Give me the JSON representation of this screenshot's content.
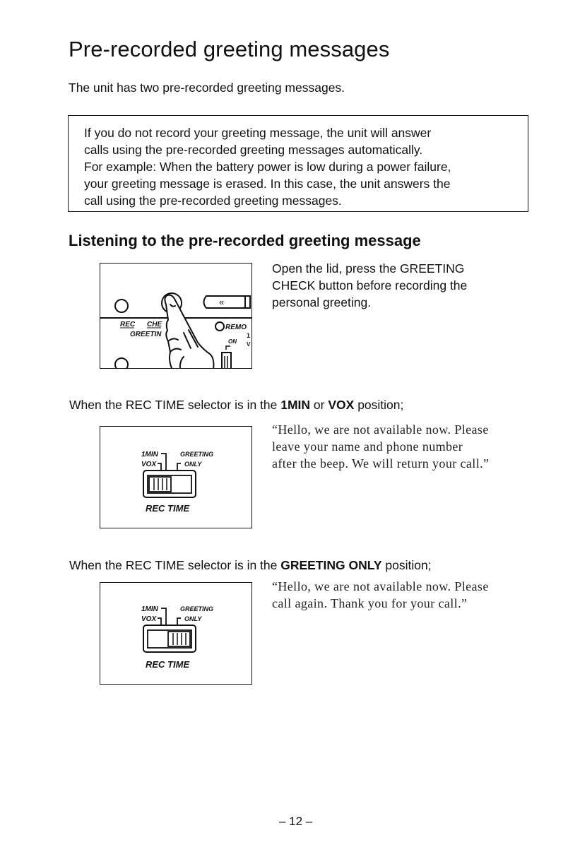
{
  "title": "Pre-recorded greeting messages",
  "intro": "The unit has two pre-recorded greeting messages.",
  "note": {
    "lines": [
      "If you do not record your greeting message, the unit will answer",
      "calls using the pre-recorded greeting messages automatically.",
      "For example:  When the battery power is low during a power failure,",
      "your greeting message is erased. In this case, the unit answers the",
      "call using the pre-recorded greeting messages."
    ]
  },
  "section": {
    "heading": "Listening to the pre-recorded greeting message",
    "instruction_lines": [
      "Open the lid, press the GREETING",
      "CHECK button before recording the",
      "personal greeting."
    ]
  },
  "figure1": {
    "rec": "REC",
    "check": "CHE",
    "greeting": "GREETIN",
    "remote": "REMO",
    "on": "ON",
    "rewind": "«",
    "one": "1",
    "v": "V"
  },
  "condition1": {
    "prefix": "When the REC TIME selector is in the ",
    "opt1": "1MIN",
    "mid": " or ",
    "opt2": "VOX",
    "suffix": " position;"
  },
  "figure2": {
    "one_min": "1MIN",
    "vox": "VOX",
    "greeting": "GREETING",
    "only": "ONLY",
    "rec_time": "REC TIME"
  },
  "quote1": {
    "lines": [
      "“Hello, we are not available now. Please",
      "leave your name and phone number",
      "after the beep. We will return your call.”"
    ]
  },
  "condition2": {
    "prefix": "When the REC TIME selector is in the ",
    "opt1": "GREETING ONLY",
    "suffix": " position;"
  },
  "figure3": {
    "one_min": "1MIN",
    "vox": "VOX",
    "greeting": "GREETING",
    "only": "ONLY",
    "rec_time": "REC TIME"
  },
  "quote2": {
    "lines": [
      "“Hello, we are not available now. Please",
      "call again. Thank you for your call.”"
    ]
  },
  "page_number": "– 12 –"
}
